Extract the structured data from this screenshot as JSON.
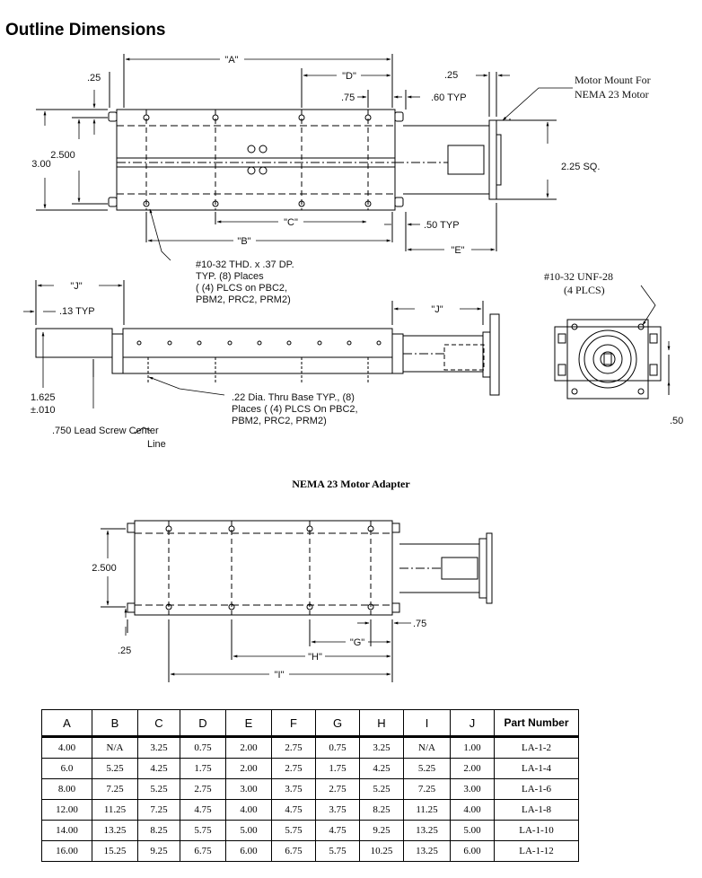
{
  "title": "Outline Dimensions",
  "top_view": {
    "labels": {
      "a": "\"A\"",
      "d": "\"D\"",
      "c": "\"C\"",
      "b": "\"B\"",
      "e": "\"E\"",
      "d25_left": ".25",
      "d25_right": ".25",
      "d75": ".75",
      "d60typ": ".60 TYP",
      "d50typ": ".50 TYP",
      "d2500": "2.500",
      "d300": "3.00",
      "d225sq": "2.25 SQ."
    },
    "motor_note_1": "Motor Mount For",
    "motor_note_2": "NEMA 23 Motor",
    "thread_note": [
      "#10-32 THD. x .37 DP.",
      "TYP. (8) Places",
      "( (4) PLCS on PBC2,",
      "PBM2, PRC2, PRM2)"
    ]
  },
  "side_view": {
    "labels": {
      "j_left": "\"J\"",
      "j_right": "\"J\"",
      "d13typ": ".13 TYP",
      "d1625": "1.625",
      "d010": "±.010"
    },
    "hole_note": [
      ".22 Dia. Thru Base TYP., (8)",
      "Places ( (4) PLCS On PBC2,",
      "PBM2, PRC2, PRM2)"
    ],
    "lead_screw_1": ".750 Lead Screw Center",
    "lead_screw_2": "Line"
  },
  "end_view": {
    "unf_1": "#10-32 UNF-28",
    "unf_2": "(4 PLCS)",
    "d50": ".50"
  },
  "adapter_view": {
    "title": "NEMA 23 Motor Adapter",
    "labels": {
      "d2500": "2.500",
      "d25": ".25",
      "d75": ".75",
      "g": "\"G\"",
      "h": "\"H\"",
      "i": "\"I\""
    }
  },
  "table": {
    "headers": [
      "A",
      "B",
      "C",
      "D",
      "E",
      "F",
      "G",
      "H",
      "I",
      "J",
      "Part Number"
    ],
    "rows": [
      [
        "4.00",
        "N/A",
        "3.25",
        "0.75",
        "2.00",
        "2.75",
        "0.75",
        "3.25",
        "N/A",
        "1.00",
        "LA-1-2"
      ],
      [
        "6.0",
        "5.25",
        "4.25",
        "1.75",
        "2.00",
        "2.75",
        "1.75",
        "4.25",
        "5.25",
        "2.00",
        "LA-1-4"
      ],
      [
        "8.00",
        "7.25",
        "5.25",
        "2.75",
        "3.00",
        "3.75",
        "2.75",
        "5.25",
        "7.25",
        "3.00",
        "LA-1-6"
      ],
      [
        "12.00",
        "11.25",
        "7.25",
        "4.75",
        "4.00",
        "4.75",
        "3.75",
        "8.25",
        "11.25",
        "4.00",
        "LA-1-8"
      ],
      [
        "14.00",
        "13.25",
        "8.25",
        "5.75",
        "5.00",
        "5.75",
        "4.75",
        "9.25",
        "13.25",
        "5.00",
        "LA-1-10"
      ],
      [
        "16.00",
        "15.25",
        "9.25",
        "6.75",
        "6.00",
        "6.75",
        "5.75",
        "10.25",
        "13.25",
        "6.00",
        "LA-1-12"
      ]
    ]
  }
}
